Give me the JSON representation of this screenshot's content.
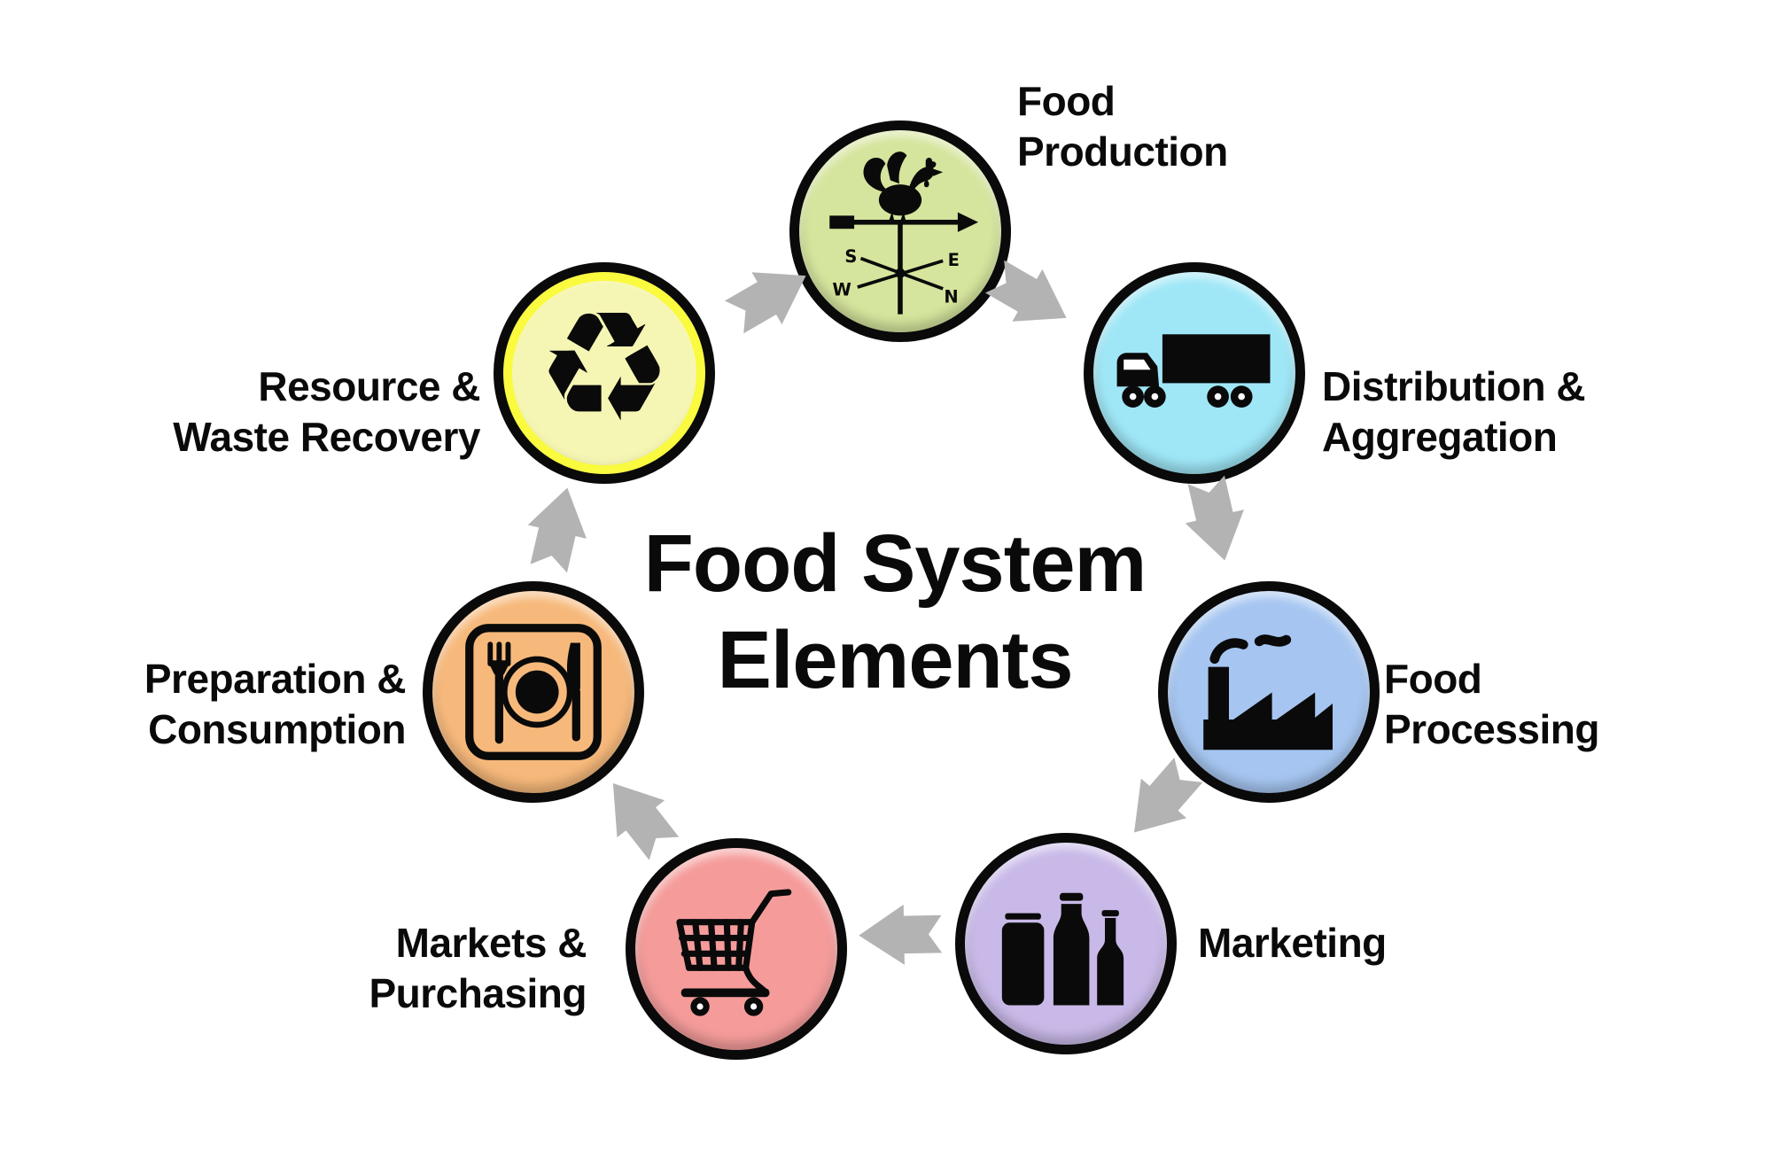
{
  "title": {
    "line1": "Food System",
    "line2": "Elements"
  },
  "nodes": [
    {
      "id": "food-production",
      "lines": [
        "Food",
        "Production"
      ],
      "color": "#d5e59d",
      "icon": "weathervane-rooster-icon"
    },
    {
      "id": "distribution-aggregation",
      "lines": [
        "Distribution &",
        "Aggregation"
      ],
      "color": "#9fe7f7",
      "icon": "semi-truck-icon"
    },
    {
      "id": "food-processing",
      "lines": [
        "Food",
        "Processing"
      ],
      "color": "#a6c6f1",
      "icon": "factory-icon"
    },
    {
      "id": "marketing",
      "lines": [
        "Marketing"
      ],
      "color": "#c9b9e8",
      "icon": "bottles-jars-icon"
    },
    {
      "id": "markets-purchasing",
      "lines": [
        "Markets &",
        "Purchasing"
      ],
      "color": "#f59c9b",
      "icon": "shopping-cart-icon"
    },
    {
      "id": "preparation-consumption",
      "lines": [
        "Preparation &",
        "Consumption"
      ],
      "color": "#f7b97b",
      "icon": "plate-fork-knife-icon"
    },
    {
      "id": "resource-waste-recovery",
      "lines": [
        "Resource &",
        "Waste Recovery"
      ],
      "color": "#f6f6b4",
      "icon": "recycle-icon",
      "ring_color": "#fafa3f",
      "symbol": "♻"
    }
  ],
  "compass": {
    "s": "S",
    "w": "W",
    "e": "E",
    "n": "N"
  },
  "arrow_color": "#b3b3b3",
  "text_color": "#0a0a0a",
  "background_color": "#ffffff"
}
